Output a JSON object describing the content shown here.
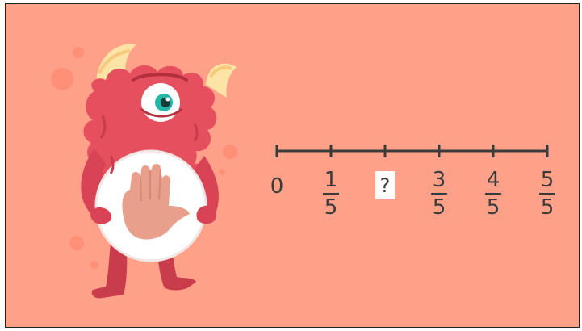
{
  "scene": {
    "background_color": "#FFA089"
  },
  "monster": {
    "icon": "red-fluffy-monster-icon",
    "hand_icon": "raised-hand-icon",
    "body_color": "#E6505E",
    "horn_color": "#FCE3A6",
    "eye_color": "#22B8A7"
  },
  "number_line": {
    "line_color": "#3b3b3b",
    "ticks": 6,
    "labels": {
      "zero": "0",
      "one_fifth_num": "1",
      "one_fifth_den": "5",
      "unknown": "?",
      "three_fifths_num": "3",
      "three_fifths_den": "5",
      "four_fifths_num": "4",
      "four_fifths_den": "5",
      "five_fifths_num": "5",
      "five_fifths_den": "5"
    }
  }
}
